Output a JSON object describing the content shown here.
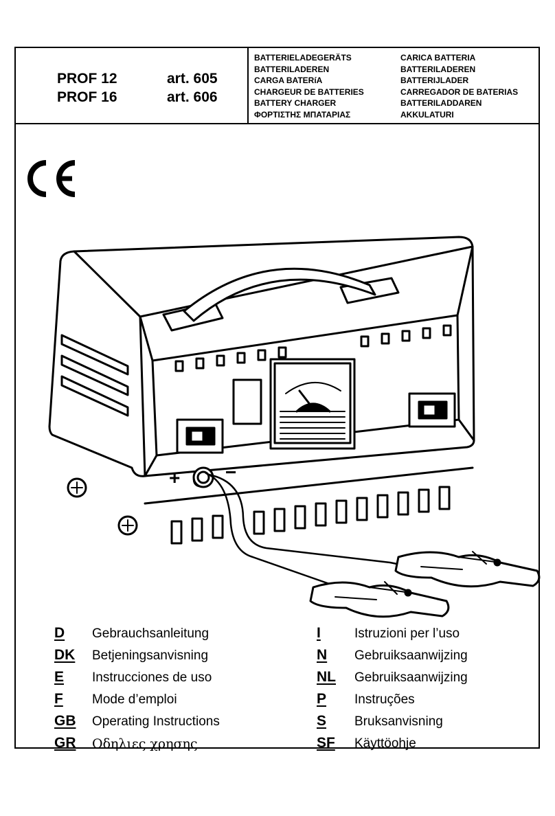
{
  "header": {
    "models": [
      {
        "name": "PROF 12",
        "article": "art. 605"
      },
      {
        "name": "PROF 16",
        "article": "art. 606"
      }
    ],
    "titles_left": [
      "BATTERIELADEGERÄTS",
      "BATTERILADEREN",
      "CARGA BATERíA",
      "CHARGEUR DE BATTERIES",
      "BATTERY CHARGER",
      "ΦΟΡΤΙΣΤΗΣ ΜΠΑΤΑΡΙΑΣ"
    ],
    "titles_right": [
      "CARICA BATTERIA",
      "BATTERILADEREN",
      "BATTERIJLADER",
      "CARREGADOR DE BATERIAS",
      "BATTERILADDAREN",
      "AKKULATURI"
    ]
  },
  "illustration": {
    "ce_mark": "CE",
    "plus_sign": "+",
    "minus_sign": "−"
  },
  "languages_left": [
    {
      "code": "D",
      "name": "Gebrauchsanleitung"
    },
    {
      "code": "DK",
      "name": "Betjeningsanvisning"
    },
    {
      "code": "E",
      "name": "Instrucciones de uso"
    },
    {
      "code": "F",
      "name": "Mode d’emploi"
    },
    {
      "code": "GB",
      "name": "Operating Instructions"
    },
    {
      "code": "GR",
      "name": "Οδηλιες χρησης"
    }
  ],
  "languages_right": [
    {
      "code": "I",
      "name": "Istruzioni per l’uso"
    },
    {
      "code": "N",
      "name": "Gebruiksaanwijzing"
    },
    {
      "code": "NL",
      "name": "Gebruiksaanwijzing"
    },
    {
      "code": "P",
      "name": "Instruções"
    },
    {
      "code": "S",
      "name": "Bruksanvisning"
    },
    {
      "code": "SF",
      "name": "Käyttöohje"
    }
  ]
}
